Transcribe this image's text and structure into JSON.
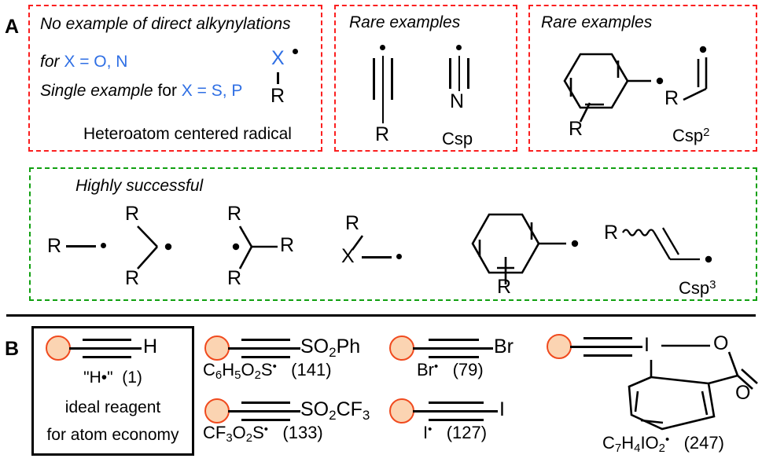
{
  "figure": {
    "panels": [
      {
        "letter": "A"
      },
      {
        "letter": "B"
      }
    ]
  },
  "panelA": {
    "box_heteroatom": {
      "line1_italic": "No example of direct alkynylations",
      "line2_italic": "for",
      "line2_blue": "X = O, N",
      "line3_italic": "Single example",
      "line3_plain": "for",
      "line3_blue": "X = S, P",
      "structure": {
        "atom_top": "X",
        "atom_bottom": "R",
        "radical": "•"
      },
      "caption": "Heteroatom centered radical"
    },
    "box_csp": {
      "title": "Rare examples",
      "structures": [
        {
          "name": "alkynyl-radical",
          "label_bottom": "R"
        },
        {
          "name": "cyano-radical",
          "label_bottom": "N"
        }
      ],
      "corner_label": "Csp",
      "corner_label_sup": ""
    },
    "box_csp2": {
      "title": "Rare examples",
      "structures": [
        {
          "name": "aryl-radical",
          "label": "R"
        },
        {
          "name": "vinyl-radical",
          "label": "R"
        }
      ],
      "corner_label": "Csp",
      "corner_label_sup": "2"
    },
    "box_csp3": {
      "title": "Highly successful",
      "structures": [
        {
          "name": "primary-radical",
          "labels": [
            "R"
          ]
        },
        {
          "name": "secondary-radical",
          "labels": [
            "R",
            "R"
          ]
        },
        {
          "name": "tertiary-radical",
          "labels": [
            "R",
            "R",
            "R"
          ]
        },
        {
          "name": "heteroatom-alpha-radical",
          "labels": [
            "R",
            "X"
          ]
        },
        {
          "name": "benzylic-radical",
          "labels": [
            "R"
          ]
        },
        {
          "name": "allylic-radical",
          "labels": [
            "R"
          ]
        }
      ],
      "corner_label": "Csp",
      "corner_label_sup": "3"
    }
  },
  "panelB": {
    "reagents": [
      {
        "id": "reagent-h",
        "terminal": "H",
        "radical_formula": "\"H•\"",
        "mass": "(1)",
        "note_line1": "ideal reagent",
        "note_line2": "for atom economy",
        "boxed": true
      },
      {
        "id": "reagent-so2ph",
        "terminal": "SO2Ph",
        "terminal_parts": [
          {
            "t": "SO",
            "k": "n"
          },
          {
            "t": "2",
            "k": "sub"
          },
          {
            "t": "Ph",
            "k": "n"
          }
        ],
        "radical_parts": [
          {
            "t": "C",
            "k": "n"
          },
          {
            "t": "6",
            "k": "sub"
          },
          {
            "t": "H",
            "k": "n"
          },
          {
            "t": "5",
            "k": "sub"
          },
          {
            "t": "O",
            "k": "n"
          },
          {
            "t": "2",
            "k": "sub"
          },
          {
            "t": "S",
            "k": "n"
          },
          {
            "t": "•",
            "k": "sup"
          }
        ],
        "mass": "(141)",
        "boxed": false
      },
      {
        "id": "reagent-so2cf3",
        "terminal": "SO2CF3",
        "terminal_parts": [
          {
            "t": "SO",
            "k": "n"
          },
          {
            "t": "2",
            "k": "sub"
          },
          {
            "t": "CF",
            "k": "n"
          },
          {
            "t": "3",
            "k": "sub"
          }
        ],
        "radical_parts": [
          {
            "t": "CF",
            "k": "n"
          },
          {
            "t": "3",
            "k": "sub"
          },
          {
            "t": "O",
            "k": "n"
          },
          {
            "t": "2",
            "k": "sub"
          },
          {
            "t": "S",
            "k": "n"
          },
          {
            "t": "•",
            "k": "sup"
          }
        ],
        "mass": "(133)",
        "boxed": false
      },
      {
        "id": "reagent-br",
        "terminal": "Br",
        "terminal_parts": [
          {
            "t": "Br",
            "k": "n"
          }
        ],
        "radical_parts": [
          {
            "t": "Br",
            "k": "n"
          },
          {
            "t": "•",
            "k": "sup"
          }
        ],
        "mass": "(79)",
        "boxed": false
      },
      {
        "id": "reagent-i",
        "terminal": "I",
        "terminal_parts": [
          {
            "t": "I",
            "k": "n"
          }
        ],
        "radical_parts": [
          {
            "t": "I",
            "k": "n"
          },
          {
            "t": "•",
            "k": "sup"
          }
        ],
        "mass": "(127)",
        "boxed": false
      },
      {
        "id": "reagent-ebx",
        "terminal": "I",
        "ring_atoms": [
          "I",
          "O",
          "O"
        ],
        "radical_parts": [
          {
            "t": "C",
            "k": "n"
          },
          {
            "t": "7",
            "k": "sub"
          },
          {
            "t": "H",
            "k": "n"
          },
          {
            "t": "4",
            "k": "sub"
          },
          {
            "t": "IO",
            "k": "n"
          },
          {
            "t": "2",
            "k": "sub"
          },
          {
            "t": "•",
            "k": "sup"
          }
        ],
        "mass": "(247)",
        "boxed": false
      }
    ]
  },
  "colors": {
    "red_dashed": "#fb1f1f",
    "green_dashed": "#10a010",
    "blue_text": "#2f6fe4",
    "orange_circle_fill": "#fbd4b2",
    "orange_circle_border": "#f04a1e",
    "black": "#000000"
  }
}
